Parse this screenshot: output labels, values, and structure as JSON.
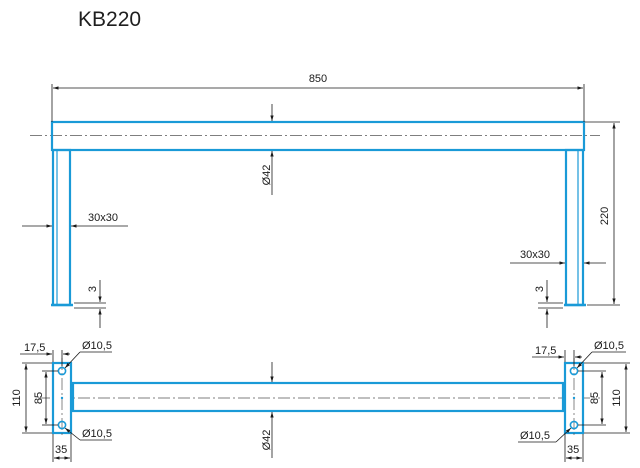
{
  "title": "KB220",
  "colors": {
    "part": "#1a9ad7",
    "line": "#1a1a1a"
  },
  "front_view": {
    "length_label": "850",
    "tube_diameter_label": "Ø42",
    "height_label": "220",
    "leg_left_section_label": "30x30",
    "leg_right_section_label": "30x30",
    "foot_left_label": "3",
    "foot_right_label": "3"
  },
  "top_view": {
    "left": {
      "offset_label": "17,5",
      "hole_top_label": "Ø10,5",
      "hole_bottom_label": "Ø10,5",
      "height_label": "110",
      "hole_spacing_label": "85",
      "width_label": "35"
    },
    "right": {
      "offset_label": "17,5",
      "hole_top_label": "Ø10,5",
      "hole_bottom_label": "Ø10,5",
      "height_label": "110",
      "hole_spacing_label": "85",
      "width_label": "35"
    },
    "tube_diameter_label": "Ø42"
  }
}
